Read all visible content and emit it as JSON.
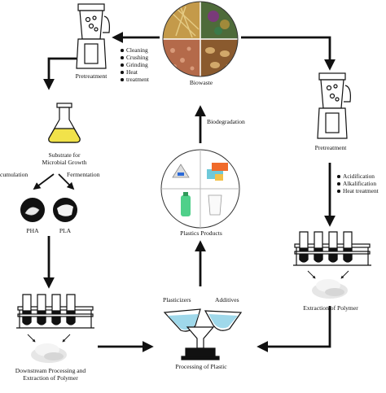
{
  "nodes": {
    "biowaste": "Biowaste",
    "pretreatment_left": "Pretreatment",
    "pretreatment_right": "Pretreatment",
    "substrate": [
      "Substrate for",
      "Microbial Growth"
    ],
    "accumulation": "cumulation",
    "fermentation": "Fermentation",
    "pha": "PHA",
    "pla": "PLA",
    "downstream": [
      "Downstream Processing and",
      "Extraction of Polymer"
    ],
    "extraction_right": "Extraction of Polymer",
    "processing": "Processing of Plastic",
    "plasticizers": "Plasticizers",
    "additives": "Additives",
    "plastics_products": "Plastics Products",
    "biodegradation": "Biodegradation"
  },
  "left_steps": [
    "Cleaning",
    "Crushing",
    "Grinding",
    "Heat",
    "treatment"
  ],
  "right_steps": [
    "Acidification",
    "Alkalification",
    "Heat treatment"
  ],
  "colors": {
    "line": "#111111",
    "flask_yellow": "#f1e24a",
    "plastic_blue": "#9fd8ea",
    "bottle_green": "#4fd08a"
  }
}
